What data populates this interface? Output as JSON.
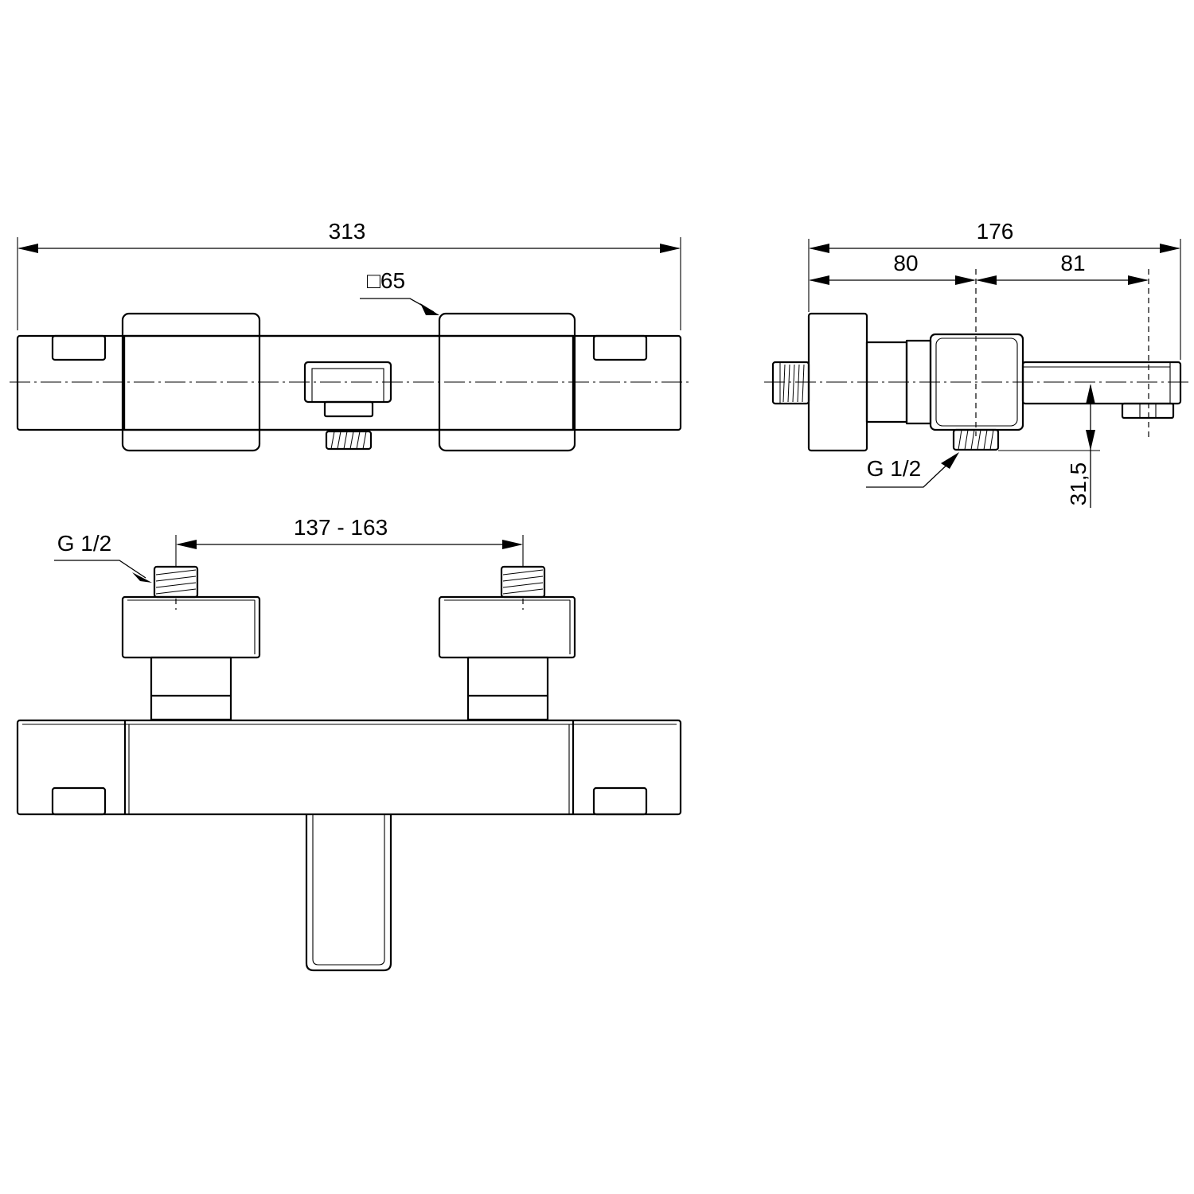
{
  "dimensions": {
    "total_length": "313",
    "square_size": "□65",
    "side_total_depth": "176",
    "side_depth_1": "80",
    "side_depth_2": "81",
    "outlet_offset": "31,5",
    "thread_side": "G 1/2",
    "thread_bottom": "G 1/2",
    "inlet_spacing": "137 - 163"
  }
}
